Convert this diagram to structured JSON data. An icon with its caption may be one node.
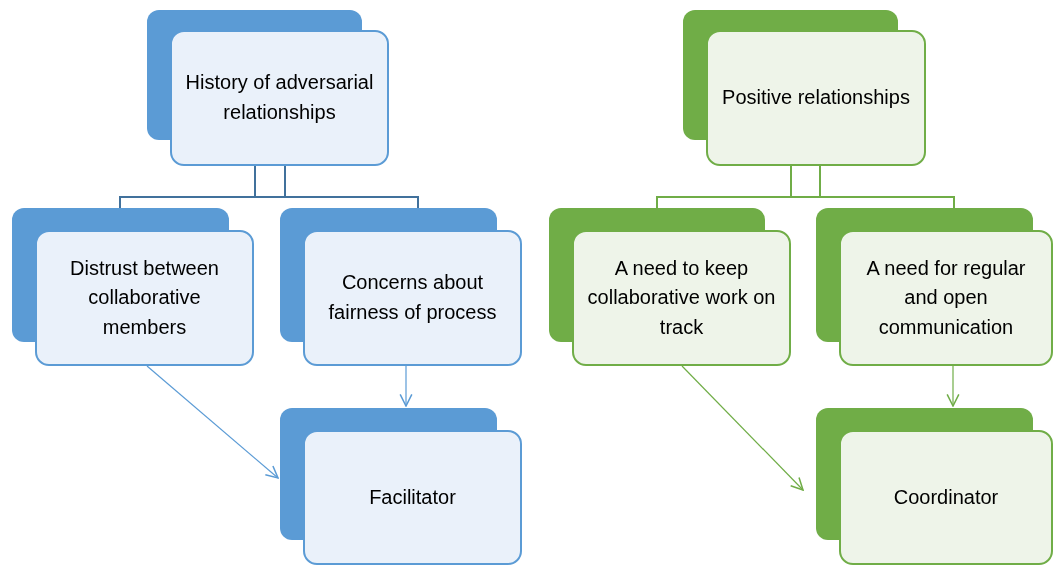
{
  "diagram": {
    "nodes": [
      {
        "text": [
          "History of adversarial relationships"
        ]
      },
      {
        "text": [
          "Distrust between collaborative members"
        ]
      },
      {
        "text": [
          "Concerns about fairness of process"
        ]
      },
      {
        "text": [
          "Facilitator"
        ]
      },
      {
        "text": [
          "Positive relationships"
        ]
      },
      {
        "text": [
          "A need to keep collaborative work on track"
        ]
      },
      {
        "text": [
          "A need for regular and open communication"
        ]
      },
      {
        "text": [
          "Coordinator"
        ]
      }
    ],
    "edges": [
      {
        "from": 0,
        "to": 1,
        "arrow": "none",
        "color": "#41719c"
      },
      {
        "from": 0,
        "to": 2,
        "arrow": "none",
        "color": "#41719c"
      },
      {
        "from": 1,
        "to": 3,
        "arrow": "to",
        "color": "#5b9bd5"
      },
      {
        "from": 2,
        "to": 3,
        "arrow": "to",
        "color": "#5b9bd5"
      },
      {
        "from": 4,
        "to": 5,
        "arrow": "none",
        "color": "#70ad47"
      },
      {
        "from": 4,
        "to": 6,
        "arrow": "none",
        "color": "#70ad47"
      },
      {
        "from": 5,
        "to": 7,
        "arrow": "to",
        "color": "#70ad47"
      },
      {
        "from": 6,
        "to": 7,
        "arrow": "to",
        "color": "#70ad47"
      }
    ]
  }
}
